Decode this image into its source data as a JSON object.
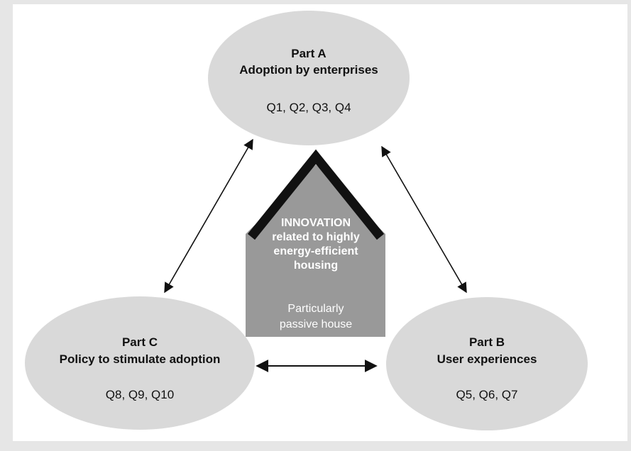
{
  "nodes": {
    "part_a": {
      "title": "Part A",
      "subtitle": "Adoption by enterprises",
      "questions": "Q1, Q2, Q3, Q4"
    },
    "part_b": {
      "title": "Part B",
      "subtitle": "User experiences",
      "questions": "Q5, Q6, Q7"
    },
    "part_c": {
      "title": "Part C",
      "subtitle": "Policy to stimulate adoption",
      "questions": "Q8, Q9, Q10"
    }
  },
  "house": {
    "line1": "INNOVATION",
    "line2": "related to highly",
    "line3": "energy-efficient",
    "line4": "housing",
    "line5": "Particularly",
    "line6": "passive house"
  },
  "colors": {
    "background": "#e6e6e6",
    "panel": "#ffffff",
    "ellipse": "#d9d9d9",
    "house_body": "#999999",
    "roof": "#111111",
    "arrow": "#111111"
  }
}
